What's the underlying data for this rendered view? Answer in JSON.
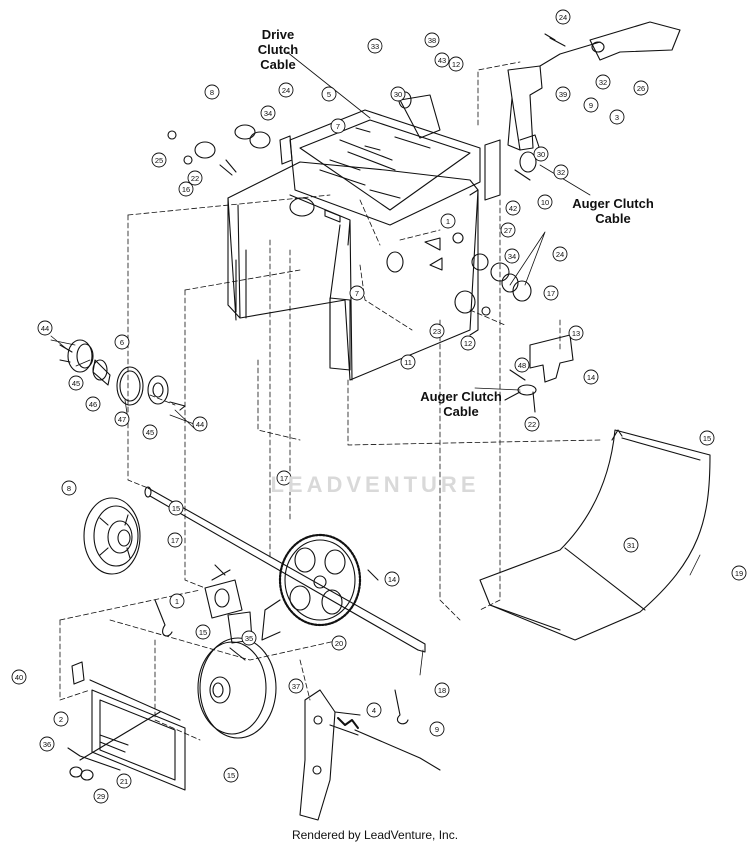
{
  "callout_labels": {
    "drive_clutch_cable": [
      "Drive",
      "Clutch",
      "Cable"
    ],
    "auger_clutch_cable_top": [
      "Auger Clutch",
      "Cable"
    ],
    "auger_clutch_cable_mid": [
      "Auger Clutch",
      "Cable"
    ]
  },
  "part_numbers": [
    {
      "n": "24"
    },
    {
      "n": "38"
    },
    {
      "n": "43"
    },
    {
      "n": "12"
    },
    {
      "n": "33"
    },
    {
      "n": "30"
    },
    {
      "n": "32"
    },
    {
      "n": "39"
    },
    {
      "n": "8"
    },
    {
      "n": "24"
    },
    {
      "n": "34"
    },
    {
      "n": "5"
    },
    {
      "n": "7"
    },
    {
      "n": "3"
    },
    {
      "n": "9"
    },
    {
      "n": "26"
    },
    {
      "n": "22"
    },
    {
      "n": "16"
    },
    {
      "n": "25"
    },
    {
      "n": "30"
    },
    {
      "n": "32"
    },
    {
      "n": "42"
    },
    {
      "n": "10"
    },
    {
      "n": "1"
    },
    {
      "n": "27"
    },
    {
      "n": "34"
    },
    {
      "n": "24"
    },
    {
      "n": "7"
    },
    {
      "n": "17"
    },
    {
      "n": "23"
    },
    {
      "n": "12"
    },
    {
      "n": "44"
    },
    {
      "n": "6"
    },
    {
      "n": "45"
    },
    {
      "n": "46"
    },
    {
      "n": "47"
    },
    {
      "n": "45"
    },
    {
      "n": "44"
    },
    {
      "n": "11"
    },
    {
      "n": "13"
    },
    {
      "n": "48"
    },
    {
      "n": "14"
    },
    {
      "n": "22"
    },
    {
      "n": "15"
    },
    {
      "n": "8"
    },
    {
      "n": "17"
    },
    {
      "n": "1"
    },
    {
      "n": "14"
    },
    {
      "n": "15"
    },
    {
      "n": "35"
    },
    {
      "n": "20"
    },
    {
      "n": "18"
    },
    {
      "n": "31"
    },
    {
      "n": "19"
    },
    {
      "n": "40"
    },
    {
      "n": "37"
    },
    {
      "n": "2"
    },
    {
      "n": "36"
    },
    {
      "n": "21"
    },
    {
      "n": "29"
    },
    {
      "n": "15"
    },
    {
      "n": "4"
    },
    {
      "n": "9"
    },
    {
      "n": "15"
    },
    {
      "n": "17"
    }
  ],
  "watermark": "LEADVENTURE",
  "footer": "Rendered by LeadVenture, Inc."
}
